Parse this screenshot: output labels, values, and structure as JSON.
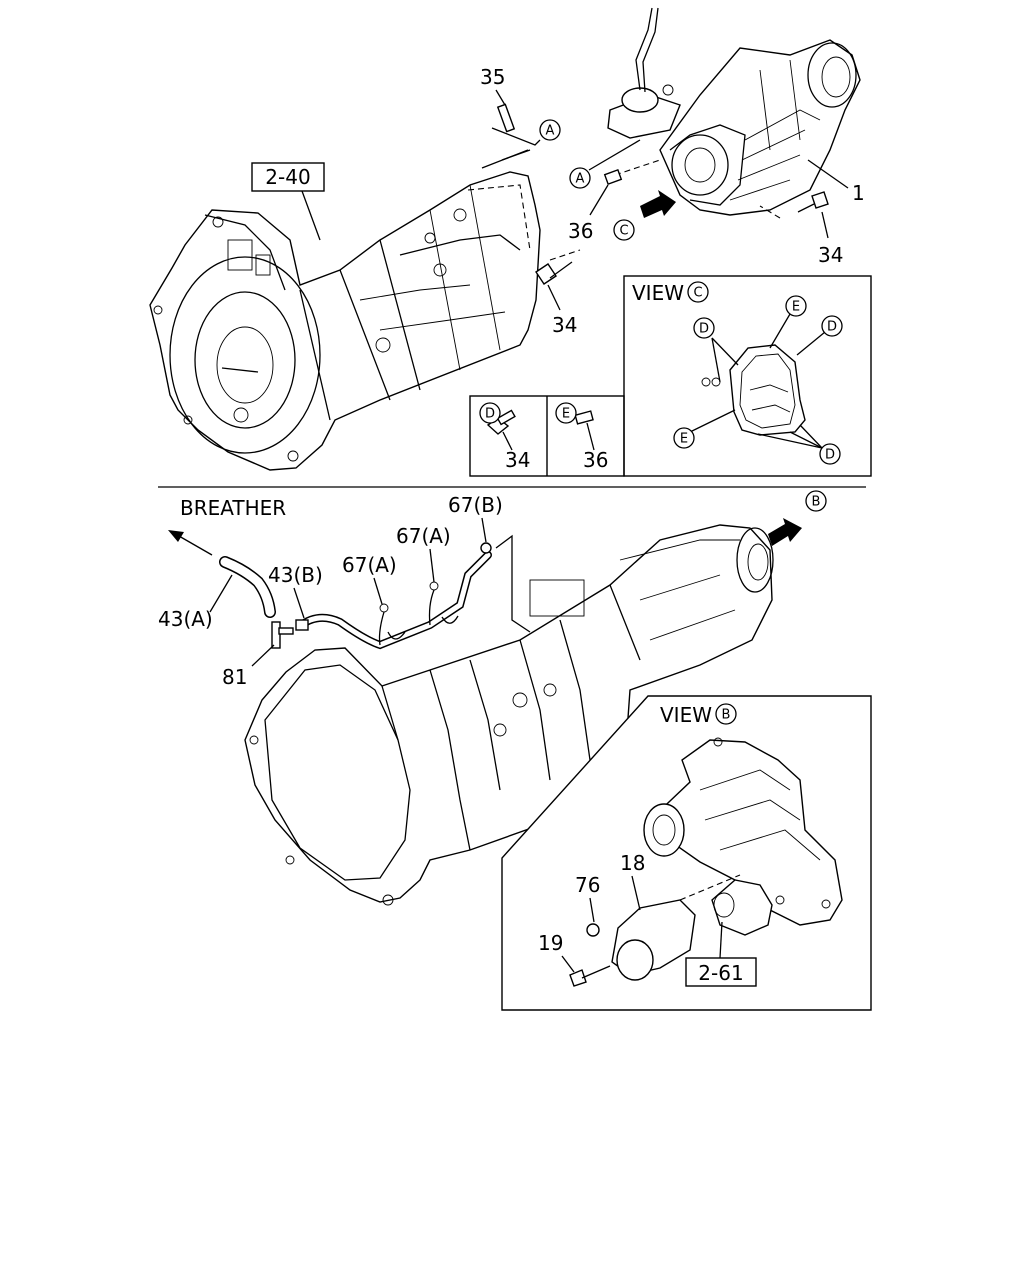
{
  "labels": {
    "ref_2_40": "2-40",
    "ref_2_61": "2-61",
    "p35": "35",
    "p1": "1",
    "p36_top": "36",
    "p34_top_right": "34",
    "p34_mid": "34",
    "view_c": "VIEW",
    "view_b": "VIEW",
    "p34_boxD": "34",
    "p36_boxE": "36",
    "breather": "BREATHER",
    "p67b": "67(B)",
    "p67a_1": "67(A)",
    "p67a_2": "67(A)",
    "p43b": "43(B)",
    "p43a": "43(A)",
    "p81": "81",
    "p18": "18",
    "p76": "76",
    "p19": "19"
  },
  "circles": {
    "A": "A",
    "C": "C",
    "D": "D",
    "E": "E",
    "B": "B"
  }
}
